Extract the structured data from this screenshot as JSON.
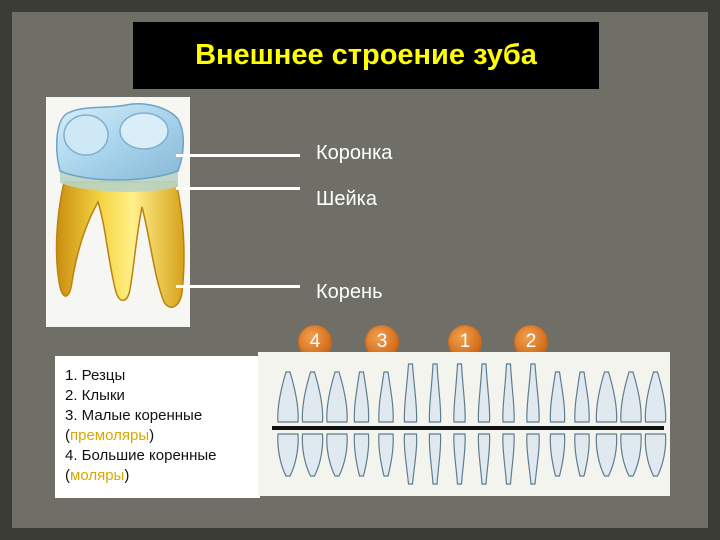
{
  "title": "Внешнее строение зуба",
  "parts": {
    "crown": "Коронка",
    "neck": "Шейка",
    "root": "Корень"
  },
  "badges": [
    "4",
    "3",
    "1",
    "2"
  ],
  "legend": {
    "item1": "1. Резцы",
    "item2": "2. Клыки",
    "item3": "3. Малые коренные",
    "item3_open": "(",
    "item3_term": "премоляры",
    "item3_close": ")",
    "item4": "4. Большие коренные",
    "item4_open": "(",
    "item4_term": "моляры",
    "item4_close": ")"
  },
  "colors": {
    "background": "#6f6f67",
    "title": "#ffff00",
    "badge": "#e07a28",
    "enamel": "#a9d4ec",
    "root": "#f2c93a",
    "term_highlight": "#d8a800"
  }
}
